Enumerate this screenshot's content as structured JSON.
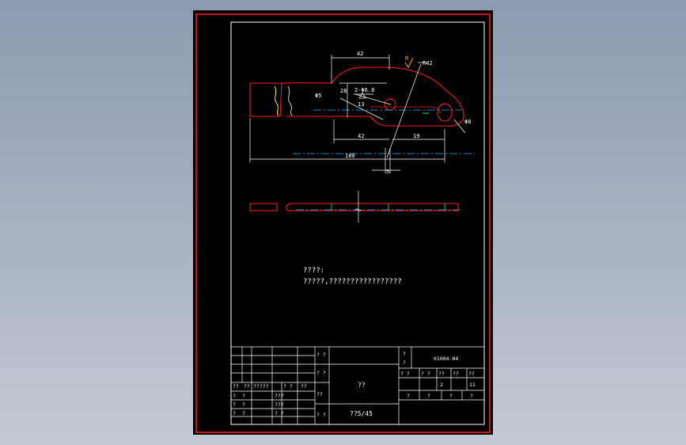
{
  "colors": {
    "background": "#000000",
    "border": "#ff2020",
    "frame": "#ffffff",
    "part_outline": "#ff2020",
    "dimension": "#ffffff",
    "centerline": "#1fb6ff",
    "hatch": "#ffff00",
    "accent": "#00ff66"
  },
  "dimensions": {
    "top_width": "42",
    "angle_mark": "R",
    "radius_top": "R42",
    "diameter_left": "Φ5",
    "dim_vertical": "28",
    "hole_note_1": "2-Φ6.8",
    "hole_note_2": "13",
    "hole_right": "Φ8",
    "bottom_left": "42",
    "bottom_right": "19",
    "overall_length": "180",
    "small_offset": "5"
  },
  "notes": {
    "title": "????:",
    "line1": "?????,?????????????????"
  },
  "title_block": {
    "left_headers": [
      "??",
      "??",
      "?????",
      "? ?",
      "??"
    ],
    "rows_left": [
      [
        "?",
        "?",
        "",
        "???"
      ],
      [
        "?",
        "?",
        "",
        "???"
      ],
      [
        "?",
        "?",
        "",
        "? ?"
      ]
    ],
    "mid_labels": [
      "? ?",
      "? ?",
      "??",
      "? ?"
    ],
    "part_name": "??",
    "material": "??5/45",
    "drawing_id_label_1": "?",
    "drawing_id_label_2": "?",
    "drawing_number": "01004-04",
    "small_headers": [
      "? ?",
      "? ?",
      "??",
      "??",
      "??"
    ],
    "small_values": [
      "",
      "",
      "2",
      "11"
    ],
    "bottom_headers": [
      "?",
      "?",
      "?",
      "?"
    ]
  }
}
